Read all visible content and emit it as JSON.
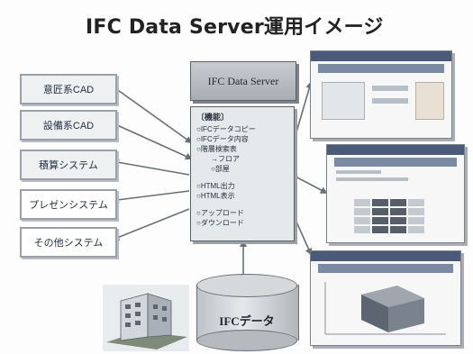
{
  "title": "IFC Data Server運用イメージ",
  "server": {
    "label": "IFC Data Server"
  },
  "systems": [
    {
      "label": "意匠系CAD",
      "tone": "gray"
    },
    {
      "label": "設備系CAD",
      "tone": "gray"
    },
    {
      "label": "積算システム",
      "tone": "gray"
    },
    {
      "label": "プレゼンシステム",
      "tone": "light"
    },
    {
      "label": "その他システム",
      "tone": "light"
    }
  ],
  "functions": {
    "title": "〔機能〕",
    "items": [
      {
        "text": "○IFCデータコピー",
        "indent": false,
        "gap": false
      },
      {
        "text": "○IFCデータ内容",
        "indent": false,
        "gap": false
      },
      {
        "text": "○階層検索表",
        "indent": false,
        "gap": false
      },
      {
        "text": "→フロア",
        "indent": true,
        "gap": false
      },
      {
        "text": "○部屋",
        "indent": true,
        "gap": false
      },
      {
        "text": "○HTML出力",
        "indent": false,
        "gap": true
      },
      {
        "text": "○HTML表示",
        "indent": false,
        "gap": false
      },
      {
        "text": "○アップロード",
        "indent": false,
        "gap": true
      },
      {
        "text": "○ダウンロード",
        "indent": false,
        "gap": false
      }
    ]
  },
  "database": {
    "label": "IFCデータ"
  },
  "colors": {
    "accent": "#4a5a78",
    "box_border": "#9aa0a8",
    "text": "#253044"
  }
}
